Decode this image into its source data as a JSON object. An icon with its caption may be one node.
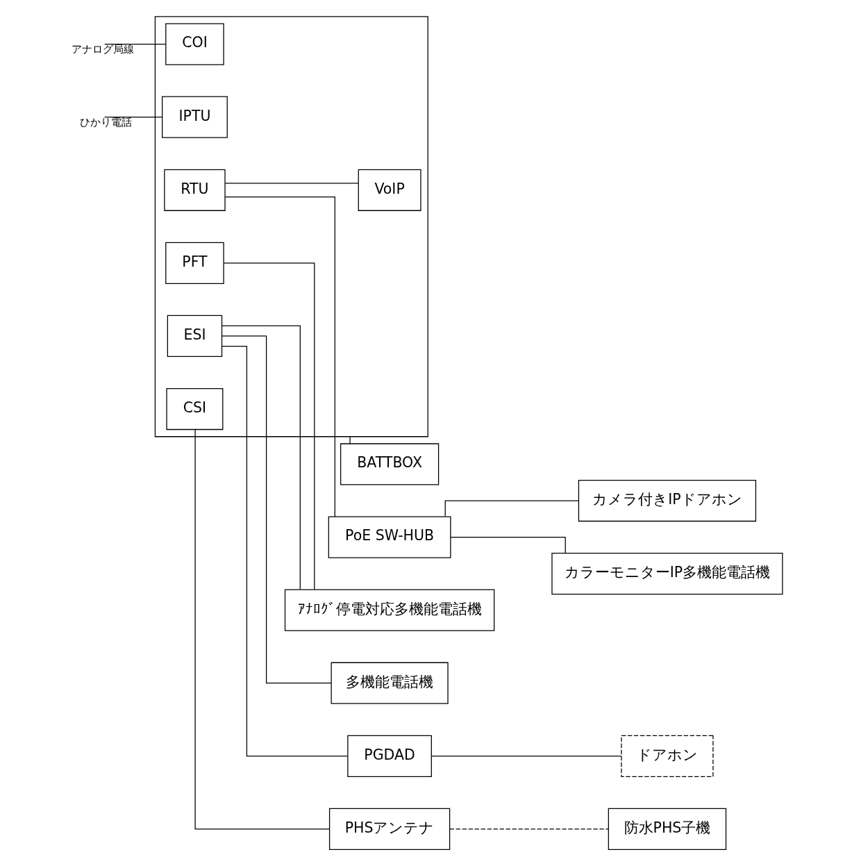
{
  "diagram": {
    "nodes": [
      {
        "text": [],
        "shape": "box"
      },
      {
        "text": [
          "COI"
        ],
        "in": 0
      },
      {
        "text": [
          "IPTU"
        ],
        "in": 0
      },
      {
        "text": [
          "RTU"
        ],
        "in": 0
      },
      {
        "text": [
          "VoIP"
        ],
        "in": 0
      },
      {
        "text": [
          "PFT"
        ],
        "in": 0
      },
      {
        "text": [
          "ESI"
        ],
        "in": 0
      },
      {
        "text": [
          "CSI"
        ],
        "in": 0
      },
      {
        "text": [
          "PoE SW-HUB"
        ]
      },
      {
        "text": [
          "カメラ付きIPドアホン"
        ]
      },
      {
        "text": [
          "カラーモニターIP多機能電話機"
        ]
      },
      {
        "text": [
          "ｱﾅﾛｸﾞ停電対応多機能電話機"
        ]
      },
      {
        "text": [
          "多機能電話機"
        ]
      },
      {
        "text": [
          "PGDAD"
        ]
      },
      {
        "text": [
          "ドアホン"
        ]
      },
      {
        "text": [
          "PHSアンテナ"
        ]
      },
      {
        "text": [
          "防水PHS子機"
        ]
      },
      {
        "text": [
          "BATTBOX"
        ]
      }
    ],
    "edges": [
      {
        "from": null,
        "to": 1,
        "arrow": "none",
        "label": "アナログ局線"
      },
      {
        "from": null,
        "to": 2,
        "arrow": "none",
        "label": "ひかり電話"
      },
      {
        "from": 3,
        "to": 8,
        "arrow": "none"
      },
      {
        "from": 3,
        "to": 4,
        "arrow": "none"
      },
      {
        "from": 8,
        "to": 9,
        "arrow": "none"
      },
      {
        "from": 8,
        "to": 10,
        "arrow": "none"
      },
      {
        "from": 5,
        "to": 11,
        "arrow": "none"
      },
      {
        "from": 6,
        "to": 11,
        "arrow": "none"
      },
      {
        "from": 6,
        "to": 12,
        "arrow": "none"
      },
      {
        "from": 6,
        "to": 13,
        "arrow": "none"
      },
      {
        "from": 13,
        "to": 14,
        "arrow": "none"
      },
      {
        "from": 7,
        "to": 15,
        "arrow": "none"
      },
      {
        "from": 15,
        "to": 16,
        "arrow": "none",
        "style": "dashed"
      },
      {
        "from": 0,
        "to": 17,
        "arrow": "none"
      }
    ]
  }
}
